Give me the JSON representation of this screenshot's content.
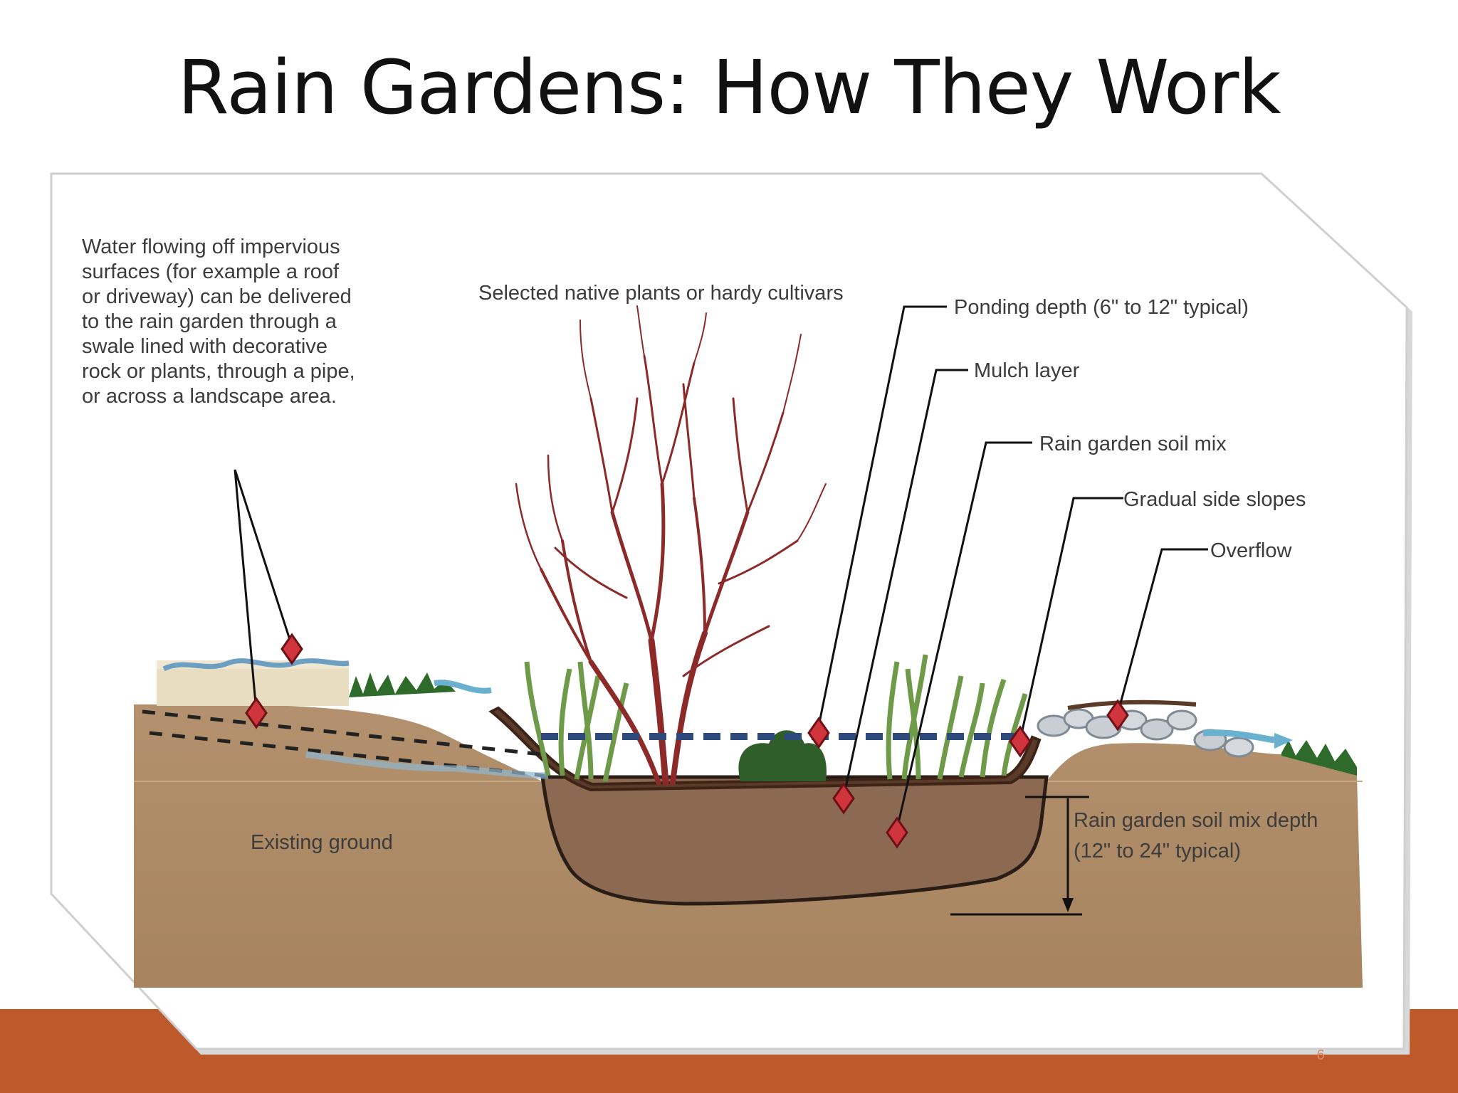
{
  "slide": {
    "title": "Rain Gardens: How They Work",
    "page_number": "6"
  },
  "diagram": {
    "intro_lines": [
      "Water flowing off impervious",
      "surfaces (for example a roof",
      "or driveway) can be delivered",
      "to the rain garden through a",
      "swale lined with decorative",
      "rock or plants, through a pipe,",
      "or across a landscape area."
    ],
    "plants_label": "Selected native plants or hardy cultivars",
    "ponding_label": "Ponding depth (6\" to 12\" typical)",
    "mulch_label": "Mulch layer",
    "soil_mix_label": "Rain garden soil mix",
    "slopes_label": "Gradual side slopes",
    "overflow_label": "Overflow",
    "ground_label": "Existing ground",
    "depth_label_lines": [
      "Rain garden soil mix depth",
      "(12\" to 24\" typical)"
    ]
  },
  "colors": {
    "accent_bar": "#bd5a2c",
    "accent_line": "#e49140",
    "soil": "#a98664",
    "garden_soil": "#8c6a52",
    "marker": "#d0343c"
  }
}
